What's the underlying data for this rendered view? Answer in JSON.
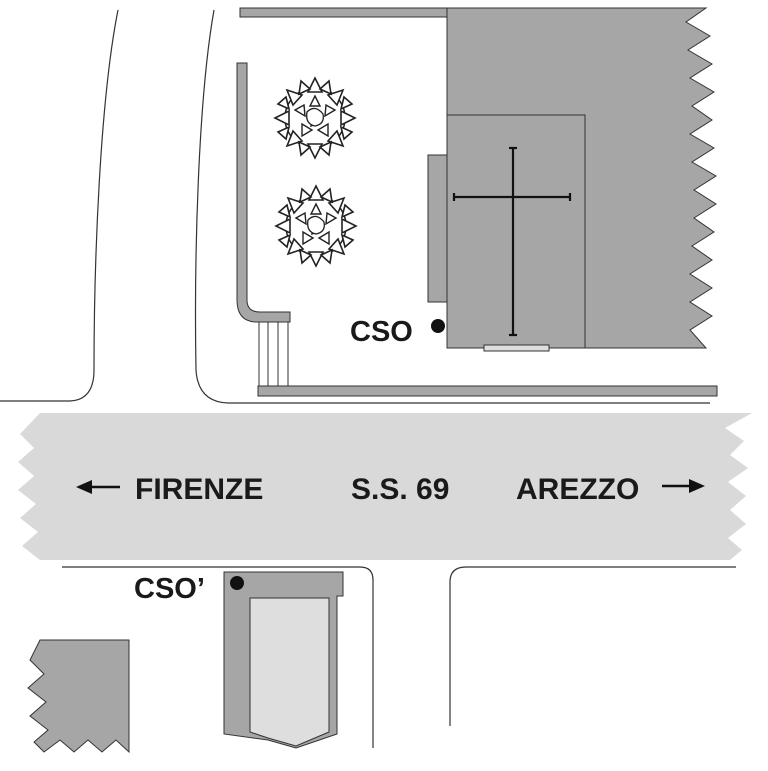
{
  "labels": {
    "west": "FIRENZE",
    "road": "S.S. 69",
    "east": "AREZZO",
    "point_north": "CSO",
    "point_south": "CSO’"
  },
  "colors": {
    "road_fill": "#d9d9d9",
    "building_dark": "#a6a6a6",
    "building_light": "#dedede",
    "stroke": "#333333",
    "text": "#1a1a1a"
  },
  "icons": {
    "tree": "tree-icon",
    "cross": "cross-icon",
    "marker": "point-marker"
  }
}
